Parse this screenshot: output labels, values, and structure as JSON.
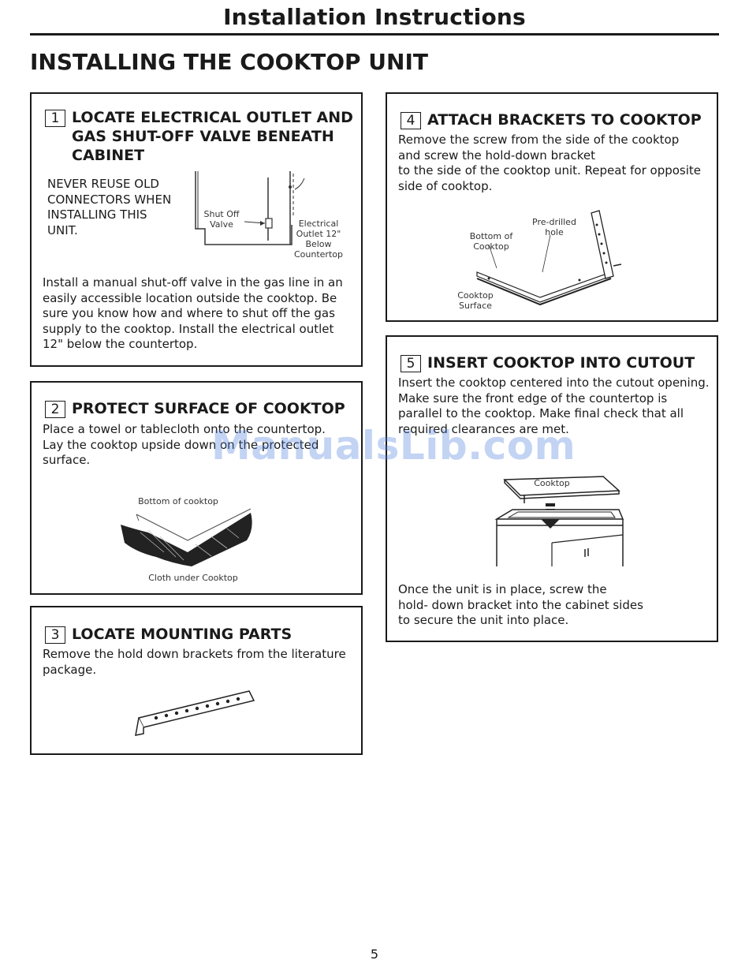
{
  "header": {
    "title": "Installation Instructions"
  },
  "section_title": "INSTALLING THE COOKTOP UNIT",
  "steps": [
    {
      "number": "1",
      "heading_lines": [
        "LOCATE ELECTRICAL OUTLET AND",
        "GAS SHUT-OFF VALVE BENEATH",
        "CABINET"
      ],
      "warning_lines": [
        "NEVER REUSE OLD",
        "CONNECTORS WHEN",
        "INSTALLING THIS",
        "UNIT."
      ],
      "labels": {
        "valve_lines": [
          "Shut Off",
          "Valve"
        ],
        "outlet_lines": [
          "Electrical",
          "Outlet 12\"",
          "Below",
          "Countertop"
        ]
      },
      "body_lines": [
        "Install a manual shut-off valve in the gas line in an",
        "easily accessible location outside the cooktop. Be",
        "sure you know how and where to shut off the gas",
        "supply to the cooktop. Install the electrical outlet",
        "12\" below the countertop."
      ]
    },
    {
      "number": "2",
      "heading_lines": [
        "PROTECT SURFACE OF COOKTOP"
      ],
      "body_lines": [
        "Place a towel or tablecloth onto the countertop.",
        "Lay the cooktop upside down on the protected",
        "surface."
      ],
      "labels": {
        "top": "Bottom of cooktop",
        "bottom": "Cloth under Cooktop"
      }
    },
    {
      "number": "3",
      "heading_lines": [
        "LOCATE MOUNTING PARTS"
      ],
      "body_lines": [
        "Remove the hold down brackets from the literature",
        "package."
      ]
    },
    {
      "number": "4",
      "heading_lines": [
        "ATTACH BRACKETS TO COOKTOP"
      ],
      "body_lines": [
        "Remove the screw from the side of the cooktop",
        "and screw the hold-down bracket",
        "to the side of the cooktop unit. Repeat for opposite",
        "side of cooktop."
      ],
      "labels": {
        "predrilled_lines": [
          "Pre-drilled",
          "hole"
        ],
        "bottom_lines": [
          "Bottom of",
          "Cooktop"
        ],
        "surface_lines": [
          "Cooktop",
          "Surface"
        ]
      }
    },
    {
      "number": "5",
      "heading_lines": [
        "INSERT COOKTOP INTO CUTOUT"
      ],
      "body_lines": [
        "Insert the cooktop centered into the cutout opening.",
        "Make sure the front edge of the countertop is",
        "parallel to the cooktop. Make final check that all",
        "required clearances are met."
      ],
      "labels": {
        "cooktop": "Cooktop"
      },
      "footer_lines": [
        "Once the unit is in place, screw the",
        "hold- down bracket into the cabinet sides",
        "to secure the unit into place."
      ]
    }
  ],
  "watermark": "ManualsLib.com",
  "page_number": "5"
}
